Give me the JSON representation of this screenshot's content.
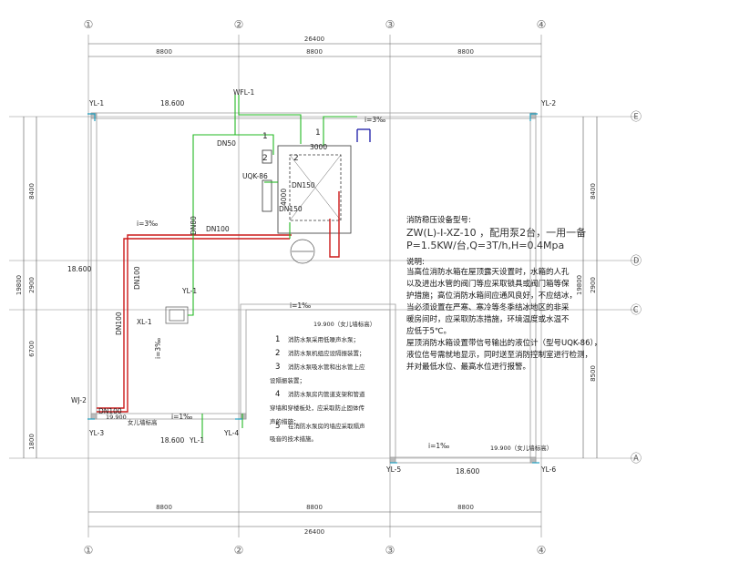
{
  "axes": {
    "columns": [
      "①",
      "②",
      "③",
      "④"
    ],
    "rows": [
      "Ⓔ",
      "Ⓓ",
      "Ⓒ",
      "Ⓐ"
    ]
  },
  "dimensions": {
    "overall_width": "26400",
    "bays": [
      "8800",
      "8800",
      "8800"
    ],
    "left_segments": [
      "8400",
      "2900",
      "6700",
      "1800"
    ],
    "left_total": "19800",
    "right_segments": [
      "8400",
      "2900",
      "8500"
    ]
  },
  "pipes": {
    "yl1": "YL-1",
    "yl2": "YL-2",
    "yl3": "YL-3",
    "yl4": "YL-4",
    "yl5": "YL-5",
    "yl6": "YL-6",
    "wfl1": "WFL-1",
    "wj2": "WJ-2",
    "yl1_mid": "YL-1",
    "yl1_bottom": "YL-1",
    "xl1": "XL-1",
    "dn50": "DN50",
    "dn100_a": "DN100",
    "dn100_b": "DN100",
    "dn100_c": "DN100",
    "dn100_d": "DN100",
    "dn150_a": "DN150",
    "dn150_b": "DN150",
    "dn80": "DN80",
    "uqk": "UQK-86",
    "tank_size": "3000",
    "tank_size_b": "4000",
    "dim_18600_a": "18.600",
    "dim_18600_b": "18.600",
    "dim_18600_c": "18.600",
    "dim_18600_d": "18.600",
    "slope_a": "i=3‰",
    "slope_b": "i=3‰",
    "slope_c": "i=1‰",
    "slope_d": "i=1‰",
    "slope_e": "i=1‰",
    "slope_f": "i=3‰",
    "roof_a": "19.900（女儿墙标高）",
    "roof_b": "19.900（女儿墙标高）",
    "roof_c": "19.900",
    "parapet": "女儿墙标高",
    "no1": "1",
    "no2": "2",
    "no1b": "1",
    "no2b": "2"
  },
  "equipment": {
    "title": "消防稳压设备型号:",
    "model": "ZW(L)-I-XZ-10 ，配用泵2台，一用一备",
    "spec": "P=1.5KW/台,Q=3T/h,H=0.4Mpa",
    "heading": "说明:",
    "lines": [
      "当高位消防水箱在屋顶露天设置时，水箱的人孔",
      "以及进出水管的阀门等应采取锁具或阀门箱等保",
      "护措施；高位消防水箱间应通风良好，不应结冰，",
      "当必须设置在严寒、寒冷等冬季结冰地区的非采",
      "暖房间时，应采取防冻措施，环境温度或水温不",
      "应低于5℃。",
      "屋顶消防水箱设置带信号输出的液位计（型号UQK-86），",
      "液位信号需就地显示，同时送至消防控制室进行检测，",
      "并对最低水位、最高水位进行报警。"
    ]
  },
  "pump_notes": [
    {
      "no": "1",
      "text": "消防水泵采用低噪声水泵；"
    },
    {
      "no": "2",
      "text": "消防水泵机组应设隔振装置；"
    },
    {
      "no": "3",
      "text": "消防水泵吸水管和出水管上应"
    },
    {
      "no": "",
      "text": "设隔振装置；"
    },
    {
      "no": "4",
      "text": "消防水泵房内管道支架和管道"
    },
    {
      "no": "",
      "text": "穿墙和穿楼板处，应采取防止固体传"
    },
    {
      "no": "",
      "text": "声的措施；"
    },
    {
      "no": "5",
      "text": "在消防水泵房的墙应采取隔声"
    },
    {
      "no": "",
      "text": "吸音的技术措施。"
    }
  ],
  "colors": {
    "wall": "#9a9a9a",
    "axis_line": "#7a7a7a",
    "fire_pipe": "#cc1a1a",
    "water_pipe": "#22b822",
    "drain_pipe": "#1a1aa8",
    "text": "#222222"
  }
}
